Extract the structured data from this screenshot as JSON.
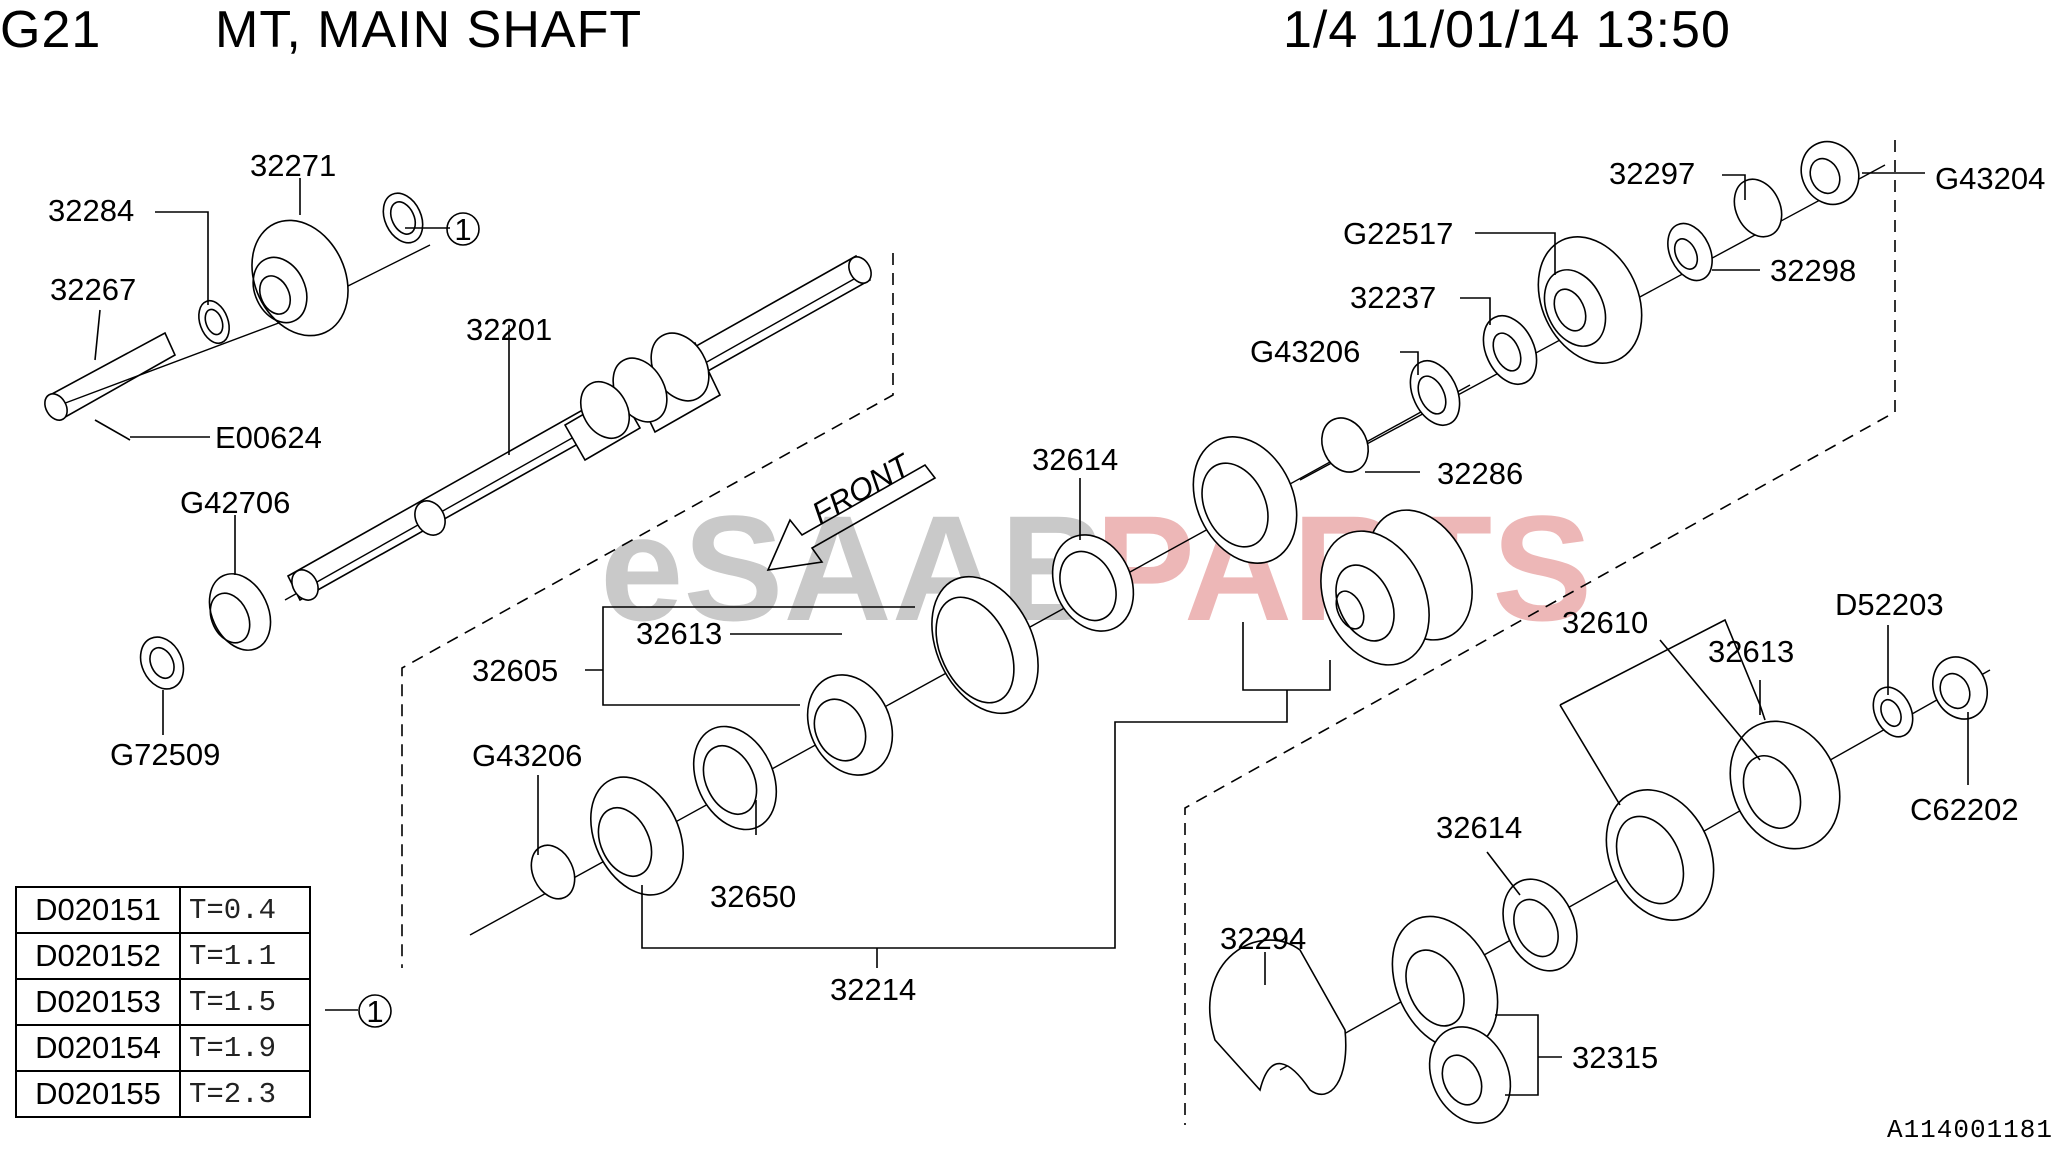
{
  "header": {
    "group_code": "G21",
    "title": "MT, MAIN SHAFT",
    "page_info": "1/4 11/01/14 13:50"
  },
  "watermark": {
    "part1": "eSAAB",
    "part2": "PARTS",
    "color1": "#b7b7b7",
    "color2": "#e8a0a0"
  },
  "front_marker": "FRONT",
  "callout_symbol": "1",
  "labels": {
    "p32284": "32284",
    "p32271": "32271",
    "p32267": "32267",
    "p32201": "32201",
    "pE00624": "E00624",
    "pG42706": "G42706",
    "pG72509": "G72509",
    "p32614a": "32614",
    "p32613a": "32613",
    "p32605": "32605",
    "pG43206a": "G43206",
    "p32650": "32650",
    "p32214": "32214",
    "p32297": "32297",
    "pG43204": "G43204",
    "pG22517": "G22517",
    "p32298": "32298",
    "p32237": "32237",
    "pG43206b": "G43206",
    "p32286": "32286",
    "p32610": "32610",
    "pD52203": "D52203",
    "p32613b": "32613",
    "pC62202": "C62202",
    "p32614b": "32614",
    "p32294": "32294",
    "p32315": "32315"
  },
  "thickness_table": [
    {
      "code": "D020151",
      "value": "T=0.4"
    },
    {
      "code": "D020152",
      "value": "T=1.1"
    },
    {
      "code": "D020153",
      "value": "T=1.5"
    },
    {
      "code": "D020154",
      "value": "T=1.9"
    },
    {
      "code": "D020155",
      "value": "T=2.3"
    }
  ],
  "drawing_ref": "A114001181"
}
